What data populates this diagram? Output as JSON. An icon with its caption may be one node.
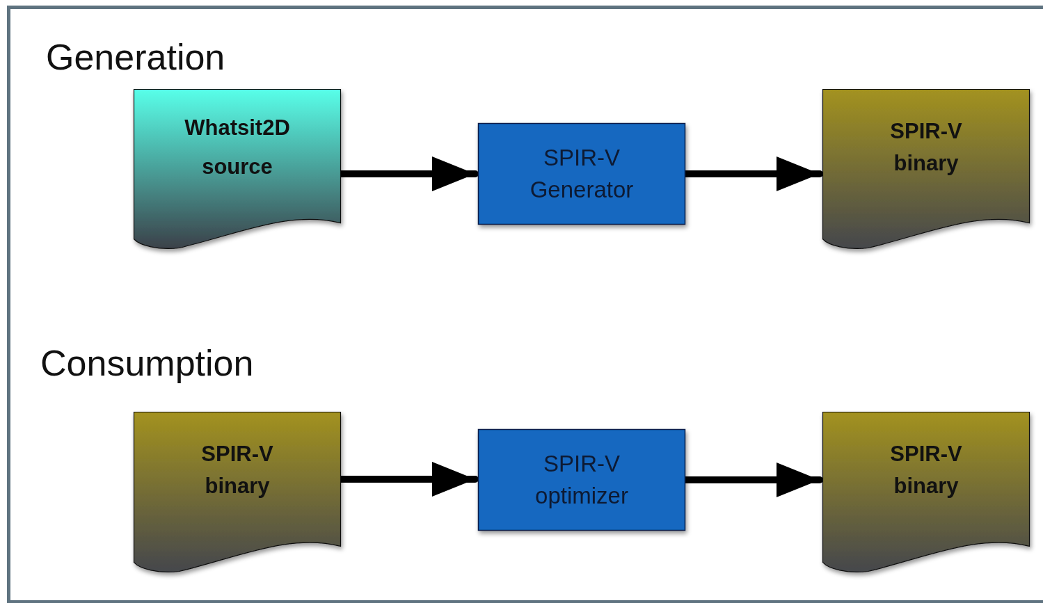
{
  "diagram": {
    "nodes": [
      {
        "text": [
          "Whatsit2D source"
        ]
      },
      {
        "text": [
          "SPIR-V Generator"
        ]
      },
      {
        "text": [
          "SPIR-V binary"
        ]
      },
      {
        "text": [
          "SPIR-V binary"
        ]
      },
      {
        "text": [
          "SPIR-V optimizer"
        ]
      },
      {
        "text": [
          "SPIR-V binary"
        ]
      }
    ],
    "edges": [
      {
        "from": 0,
        "to": 1,
        "arrow": "to"
      },
      {
        "from": 1,
        "to": 2,
        "arrow": "to"
      },
      {
        "from": 3,
        "to": 4,
        "arrow": "to"
      },
      {
        "from": 4,
        "to": 5,
        "arrow": "to"
      }
    ],
    "labels": [
      "Generation",
      "Consumption"
    ]
  }
}
